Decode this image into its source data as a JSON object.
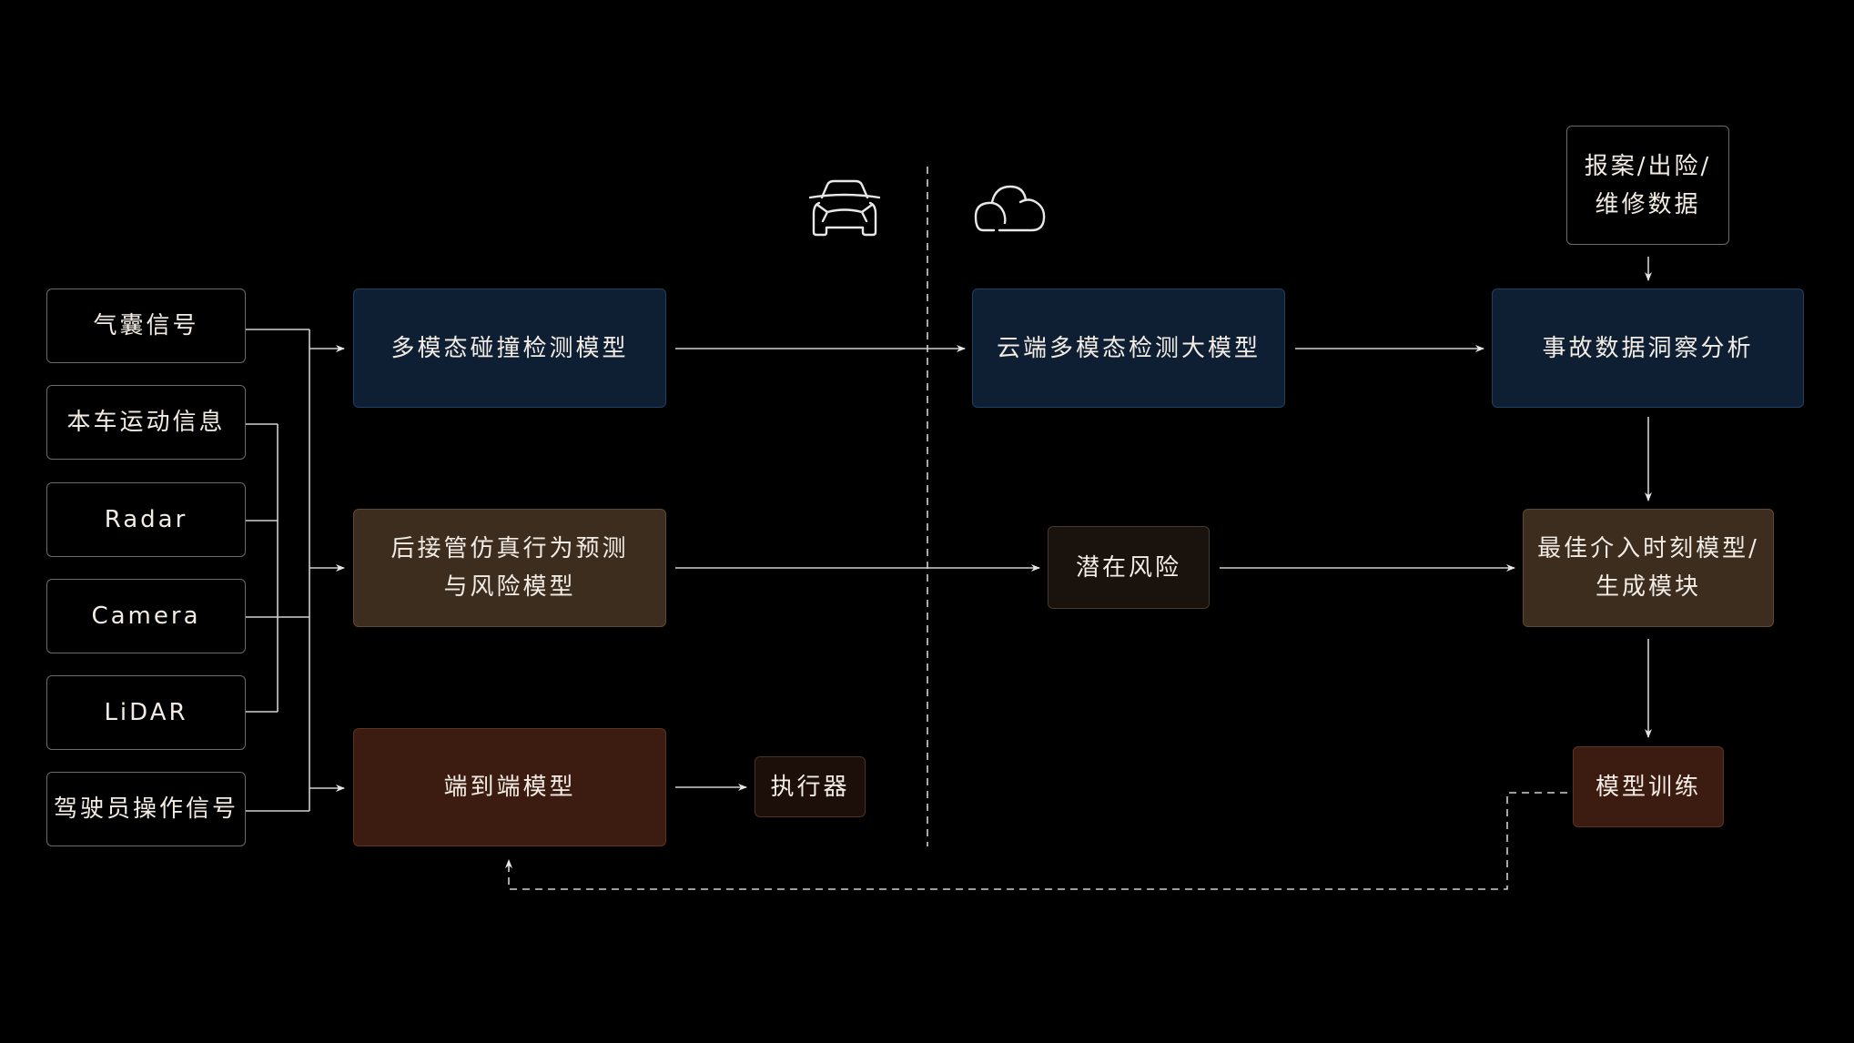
{
  "header_icons": {
    "vehicle": "car-front-icon",
    "cloud": "cloud-icon"
  },
  "inputs": [
    {
      "label": "气囊信号"
    },
    {
      "label": "本车运动信息"
    },
    {
      "label": "Radar"
    },
    {
      "label": "Camera"
    },
    {
      "label": "LiDAR"
    },
    {
      "label": "驾驶员操作信号"
    }
  ],
  "vehicle_side": {
    "collision_model": [
      "多模态碰撞检测模型"
    ],
    "takeover_model": [
      "后接管仿真行为预测",
      "与风险模型"
    ],
    "e2e_model": [
      "端到端模型"
    ],
    "actuator": [
      "执行器"
    ]
  },
  "cloud_side": {
    "cloud_model": [
      "云端多模态检测大模型"
    ],
    "potential_risk": [
      "潜在风险"
    ],
    "claims_data": [
      "报案/出险/",
      "维修数据"
    ],
    "accident_insight": [
      "事故数据洞察分析"
    ],
    "best_intervention": [
      "最佳介入时刻模型/",
      "生成模块"
    ],
    "model_training": [
      "模型训练"
    ]
  },
  "colors": {
    "background": "#000000",
    "blue_box": "#0f1f33",
    "brown_box": "#3c2d1f",
    "rust_box": "#3c1b10",
    "line": "#d9d9d9"
  }
}
